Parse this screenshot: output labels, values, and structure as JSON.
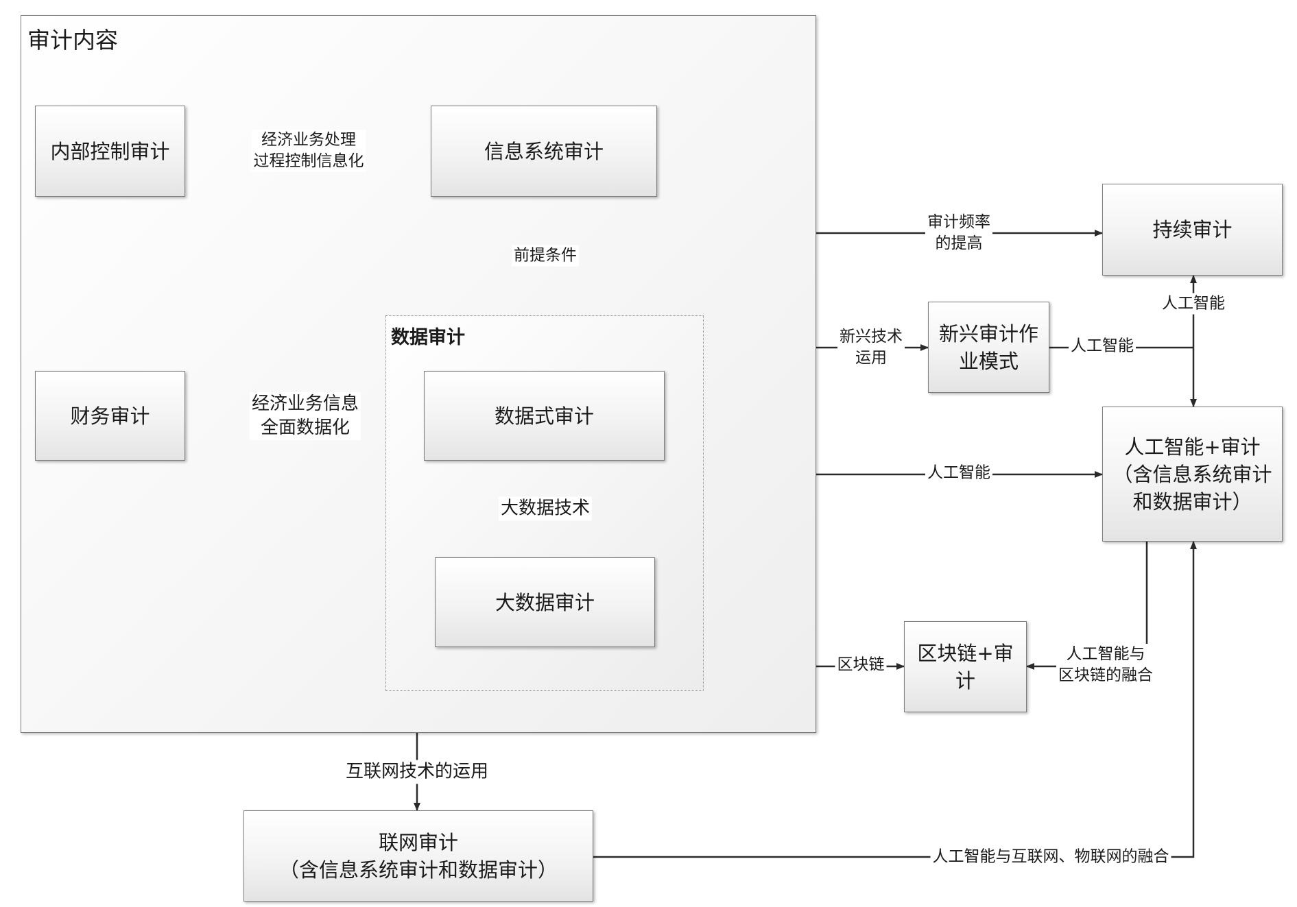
{
  "container_main": {
    "title": "审计内容"
  },
  "container_data": {
    "title": "数据审计"
  },
  "nodes": {
    "internal_control": "内部控制审计",
    "info_system": "信息系统审计",
    "financial": "财务审计",
    "data_style": "数据式审计",
    "big_data": "大数据审计",
    "continuous": "持续审计",
    "emerging_mode": "新兴审计作业模式",
    "ai_audit_line1": "人工智能+审计",
    "ai_audit_line2": "（含信息系统审计",
    "ai_audit_line3": "和数据审计）",
    "blockchain_audit": "区块链+审计",
    "network_audit_line1": "联网审计",
    "network_audit_line2": "（含信息系统审计和数据审计）"
  },
  "edges": {
    "ic_to_is_line1": "经济业务处理",
    "ic_to_is_line2": "过程控制信息化",
    "is_to_data": "前提条件",
    "fin_to_ds_line1": "经济业务信息",
    "fin_to_ds_line2": "全面数据化",
    "ds_to_bd": "大数据技术",
    "to_continuous_line1": "审计频率",
    "to_continuous_line2": "的提高",
    "to_emerging_line1": "新兴技术",
    "to_emerging_line2": "运用",
    "emerging_ai": "人工智能",
    "ai_up_to_continuous": "人工智能",
    "main_to_ai": "人工智能",
    "to_blockchain": "区块链",
    "ai_bc_fusion_line1": "人工智能与",
    "ai_bc_fusion_line2": "区块链的融合",
    "internet_use": "互联网技术的运用",
    "ai_iot_fusion": "人工智能与互联网、物联网的融合"
  }
}
